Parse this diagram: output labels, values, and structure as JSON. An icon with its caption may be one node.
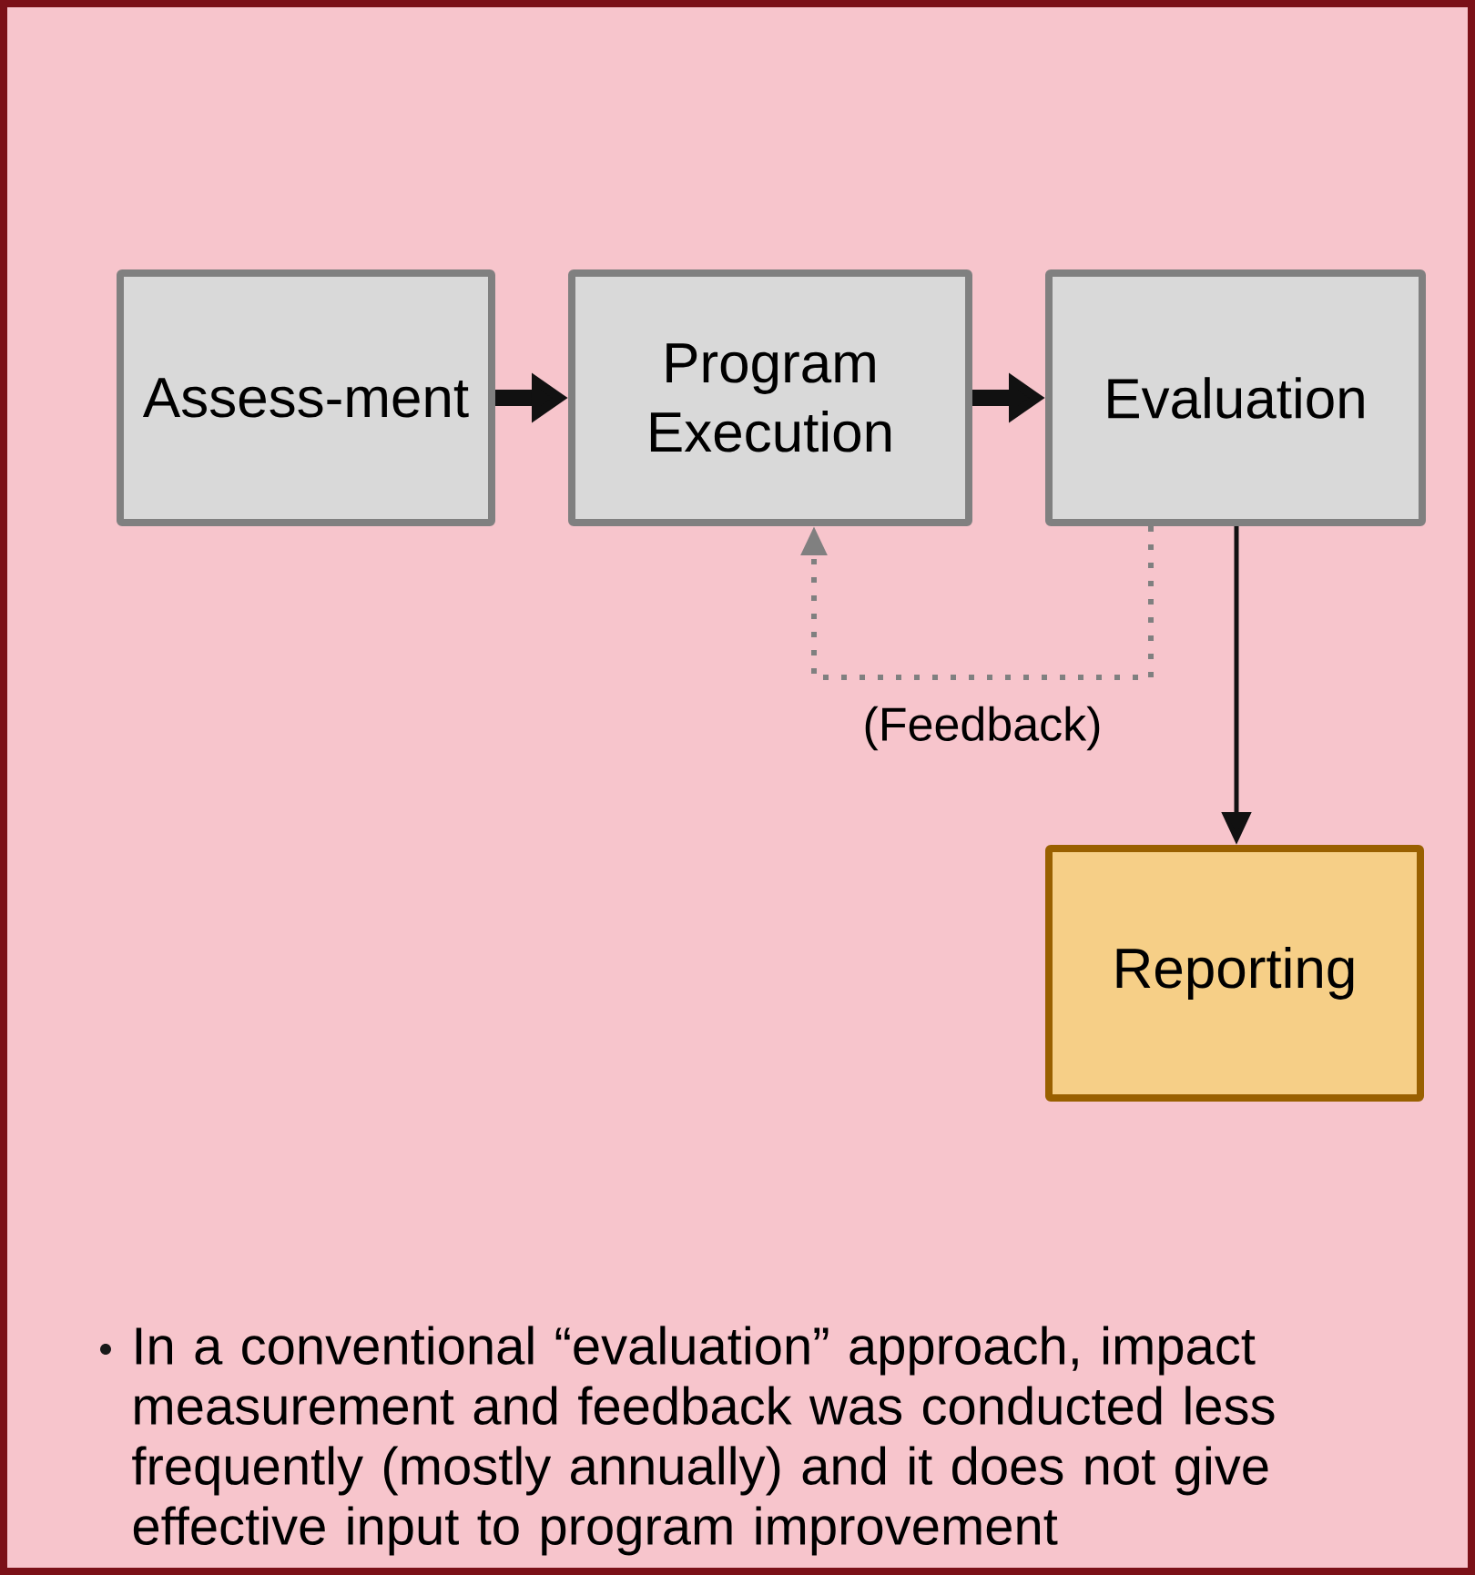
{
  "diagram": {
    "nodes": [
      {
        "text": [
          "Assess-ment"
        ]
      },
      {
        "text": [
          "Program Execution"
        ]
      },
      {
        "text": [
          "Evaluation"
        ]
      },
      {
        "text": [
          "Reporting"
        ]
      }
    ],
    "edges": [
      {
        "from": 0,
        "to": 1,
        "arrow": "to",
        "style": "thick"
      },
      {
        "from": 1,
        "to": 2,
        "arrow": "to",
        "style": "thick"
      },
      {
        "from": 2,
        "to": 1,
        "arrow": "to",
        "style": "dashed",
        "color": "#808080",
        "label": "(Feedback)"
      },
      {
        "from": 2,
        "to": 3,
        "arrow": "to"
      }
    ],
    "labels": [
      "In a conventional “evaluation” approach, impact measurement and feedback was conducted less frequently (mostly annually) and it does not give effective input to program improvement"
    ]
  }
}
